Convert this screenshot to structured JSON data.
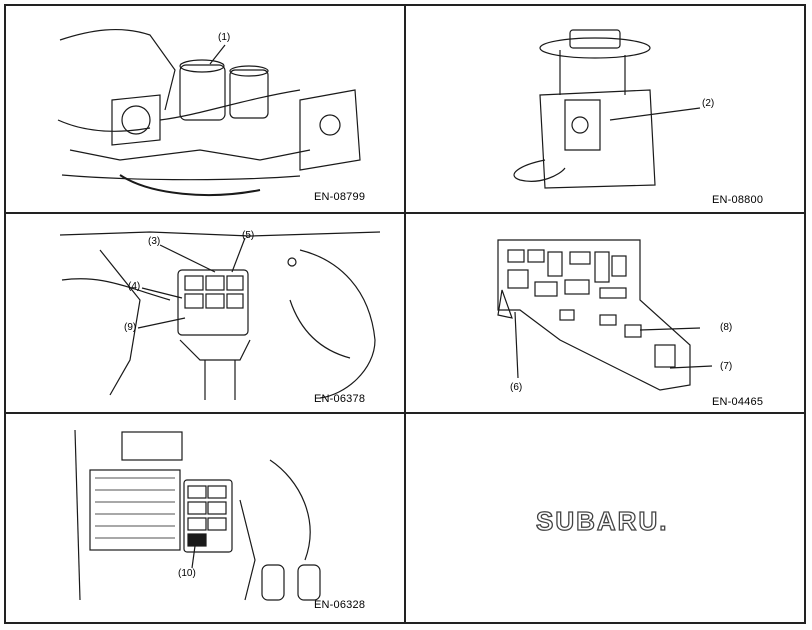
{
  "panels": [
    {
      "code": "EN-08799",
      "callouts": [
        "(1)"
      ]
    },
    {
      "code": "EN-08800",
      "callouts": [
        "(2)"
      ]
    },
    {
      "code": "EN-06378",
      "callouts": [
        "(3)",
        "(5)",
        "(4)",
        "(9)"
      ]
    },
    {
      "code": "EN-04465",
      "callouts": [
        "(8)",
        "(7)",
        "(6)"
      ]
    },
    {
      "code": "EN-06328",
      "callouts": [
        "(10)"
      ]
    }
  ],
  "logo": {
    "text": "SUBARU."
  }
}
